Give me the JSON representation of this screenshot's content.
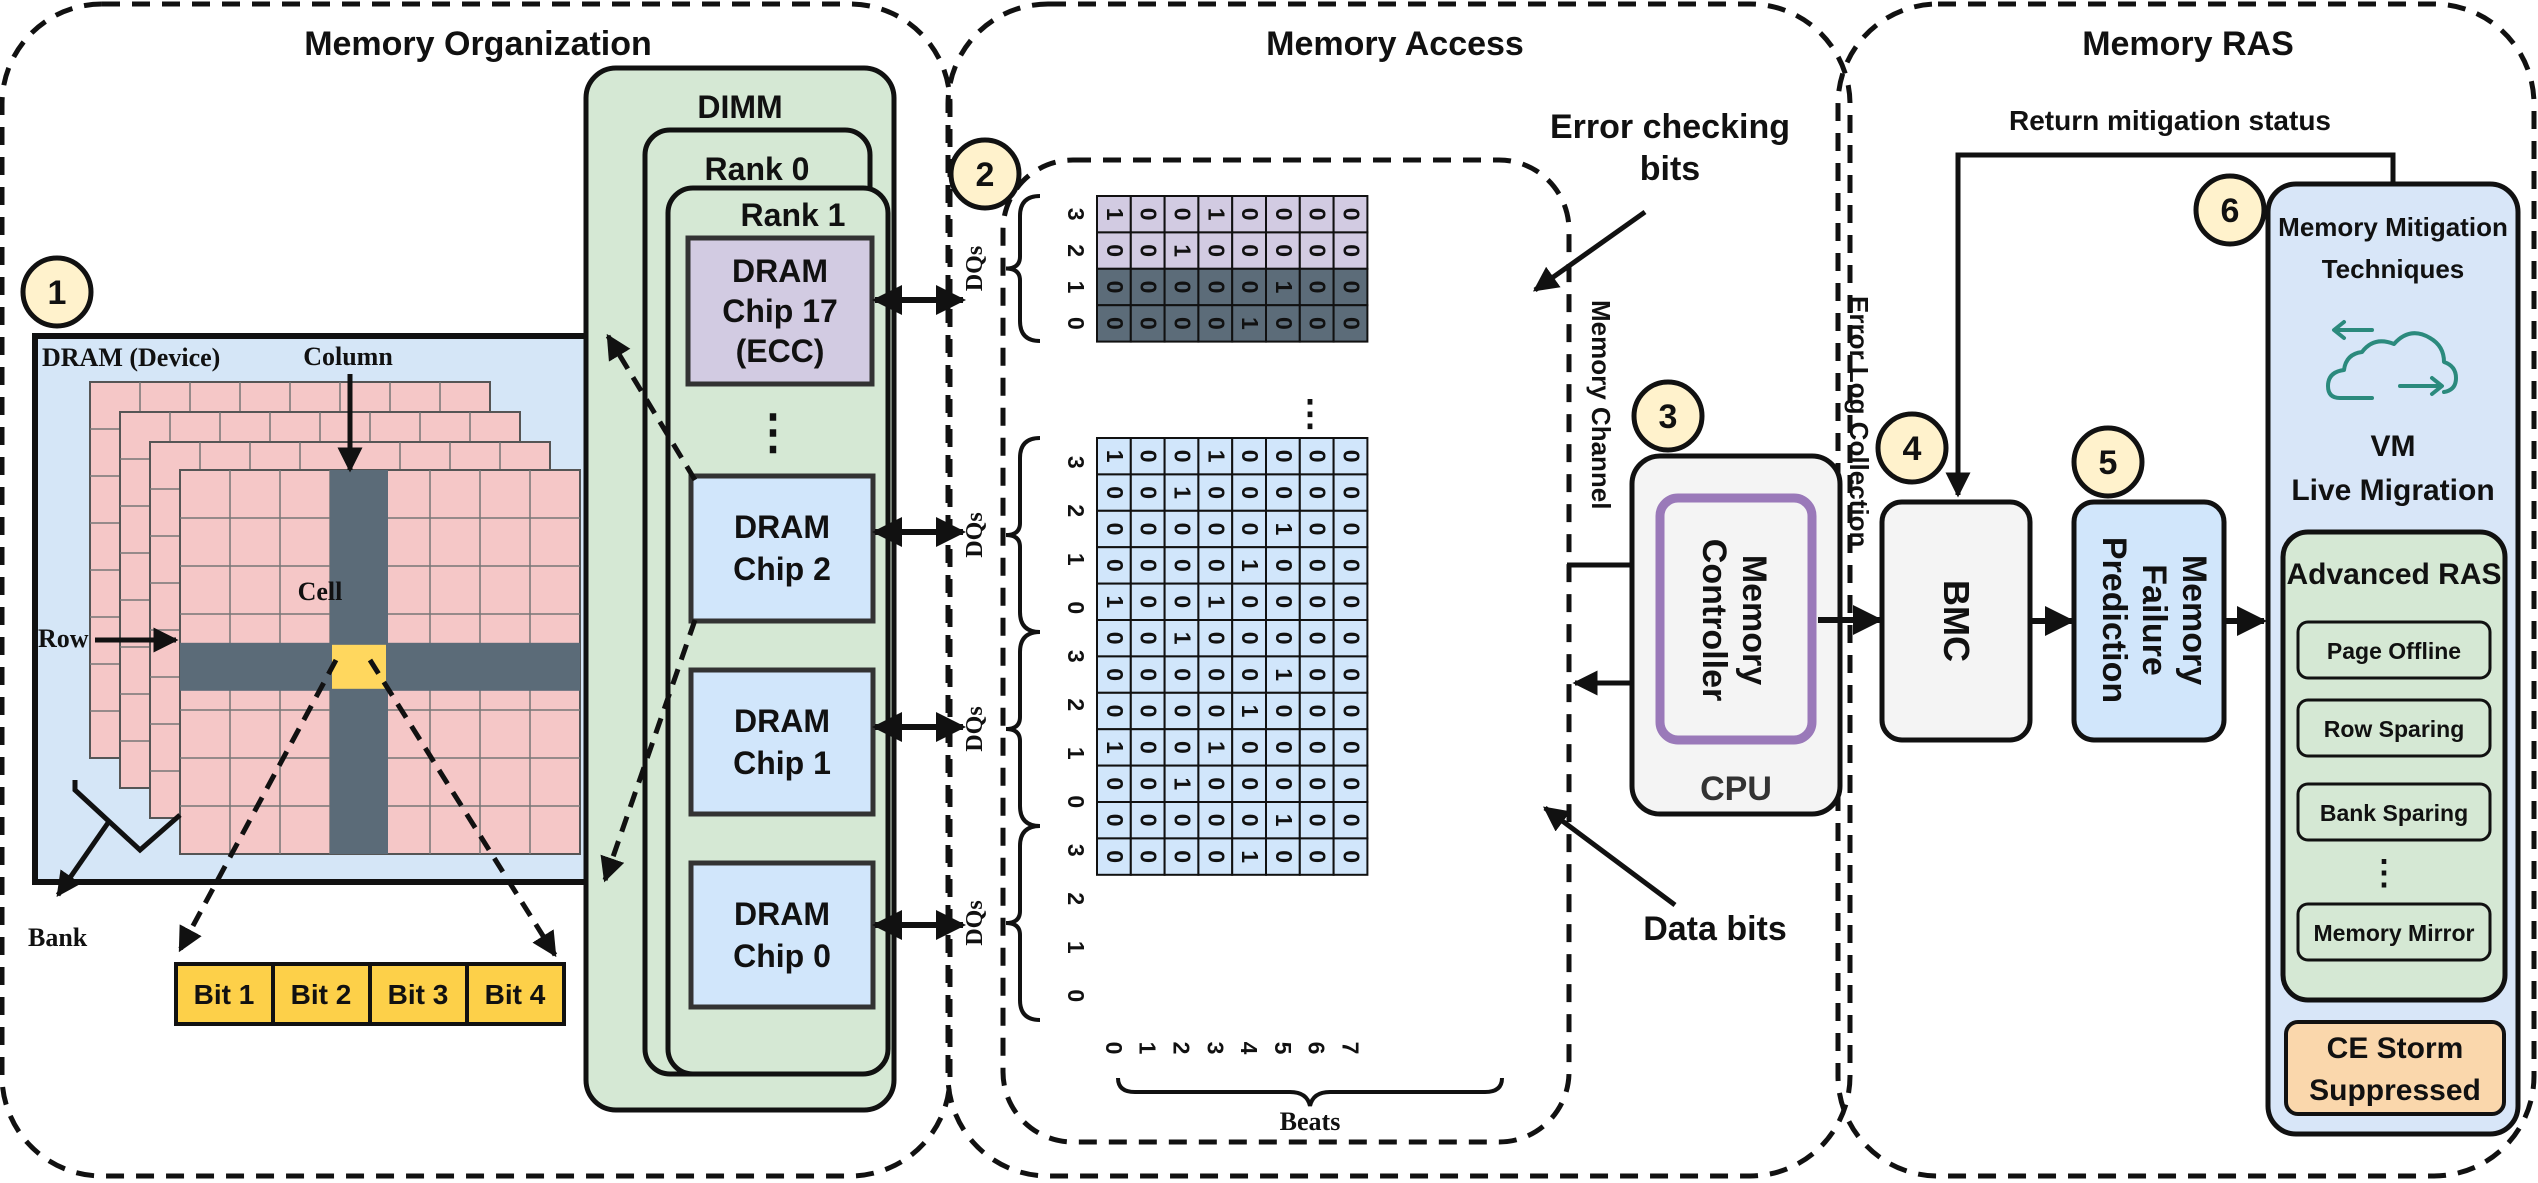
{
  "sections": {
    "organization": "Memory Organization",
    "access": "Memory Access",
    "ras": "Memory RAS"
  },
  "badges": [
    "1",
    "2",
    "3",
    "4",
    "5",
    "6"
  ],
  "device": {
    "title": "DRAM (Device)",
    "column": "Column",
    "row": "Row",
    "cell": "Cell",
    "bank": "Bank",
    "bits": [
      "Bit 1",
      "Bit 2",
      "Bit 3",
      "Bit 4"
    ]
  },
  "dimm": {
    "title": "DIMM",
    "rank0": "Rank 0",
    "rank1": "Rank 1",
    "chip17": [
      "DRAM",
      "Chip 17",
      "(ECC)"
    ],
    "chip2": [
      "DRAM",
      "Chip 2"
    ],
    "chip1": [
      "DRAM",
      "Chip 1"
    ],
    "chip0": [
      "DRAM",
      "Chip 0"
    ],
    "ellipsis": "⋮"
  },
  "access": {
    "dq_label": "DQs",
    "ecc_bits": [
      [
        1,
        0,
        0,
        1,
        0,
        0,
        0,
        0
      ],
      [
        0,
        0,
        1,
        0,
        0,
        0,
        0,
        0
      ],
      [
        0,
        0,
        0,
        0,
        0,
        1,
        0,
        0
      ],
      [
        0,
        0,
        0,
        0,
        1,
        0,
        0,
        0
      ]
    ],
    "data_bits": [
      [
        1,
        0,
        0,
        1,
        0,
        0,
        0,
        0
      ],
      [
        0,
        0,
        1,
        0,
        0,
        0,
        0,
        0
      ],
      [
        0,
        0,
        0,
        0,
        0,
        1,
        0,
        0
      ],
      [
        0,
        0,
        0,
        0,
        1,
        0,
        0,
        0
      ],
      [
        1,
        0,
        0,
        1,
        0,
        0,
        0,
        0
      ],
      [
        0,
        0,
        1,
        0,
        0,
        0,
        0,
        0
      ],
      [
        0,
        0,
        0,
        0,
        0,
        1,
        0,
        0
      ],
      [
        0,
        0,
        0,
        0,
        1,
        0,
        0,
        0
      ],
      [
        1,
        0,
        0,
        1,
        0,
        0,
        0,
        0
      ],
      [
        0,
        0,
        1,
        0,
        0,
        0,
        0,
        0
      ],
      [
        0,
        0,
        0,
        0,
        0,
        1,
        0,
        0
      ],
      [
        0,
        0,
        0,
        0,
        1,
        0,
        0,
        0
      ]
    ],
    "dq_indices": [
      "3",
      "2",
      "1",
      "0"
    ],
    "beats": [
      "0",
      "1",
      "2",
      "3",
      "4",
      "5",
      "6",
      "7"
    ],
    "beats_label": "Beats",
    "error_checking_bits": [
      "Error checking",
      "bits"
    ],
    "data_bits_label": "Data bits",
    "memory_channel": "Memory Channel",
    "ellipsis": "⋮"
  },
  "cpu": {
    "label": "CPU",
    "controller": [
      "Memory",
      "Controller"
    ]
  },
  "ras": {
    "error_log": "Error Log Collection",
    "bmc": "BMC",
    "prediction": [
      "Memory",
      "Failure",
      "Prediction"
    ],
    "return_status": "Return mitigation status",
    "mitigation_title": [
      "Memory Mitigation",
      "Techniques"
    ],
    "vm": [
      "VM",
      "Live Migration"
    ],
    "advanced_ras": "Advanced RAS",
    "techniques": [
      "Page Offline",
      "Row Sparing",
      "Bank Sparing",
      "Memory Mirror"
    ],
    "ellipsis": "⋮",
    "ce_storm": [
      "CE Storm",
      "Suppressed"
    ]
  },
  "colors": {
    "device_bg": "#d5e6f7",
    "bank_pink": "#f5c7c7",
    "row_col_band": "#5b6b78",
    "cell_yellow": "#ffd75e",
    "bit_yellow": "#fdd049",
    "dimm_green": "#d5e8d4",
    "chip_blue": "#d1e6fb",
    "ecc_purple": "#d2cbe2",
    "ecc_dark": "#5c6c79",
    "cpu_gray": "#f4f4f4",
    "controller_purple": "#9a79b9",
    "badge_fill": "#fff2cc",
    "ce_orange": "#fad7ac",
    "mitigation_blue": "#d8e6f8",
    "cloud_teal": "#2b8a7d"
  }
}
